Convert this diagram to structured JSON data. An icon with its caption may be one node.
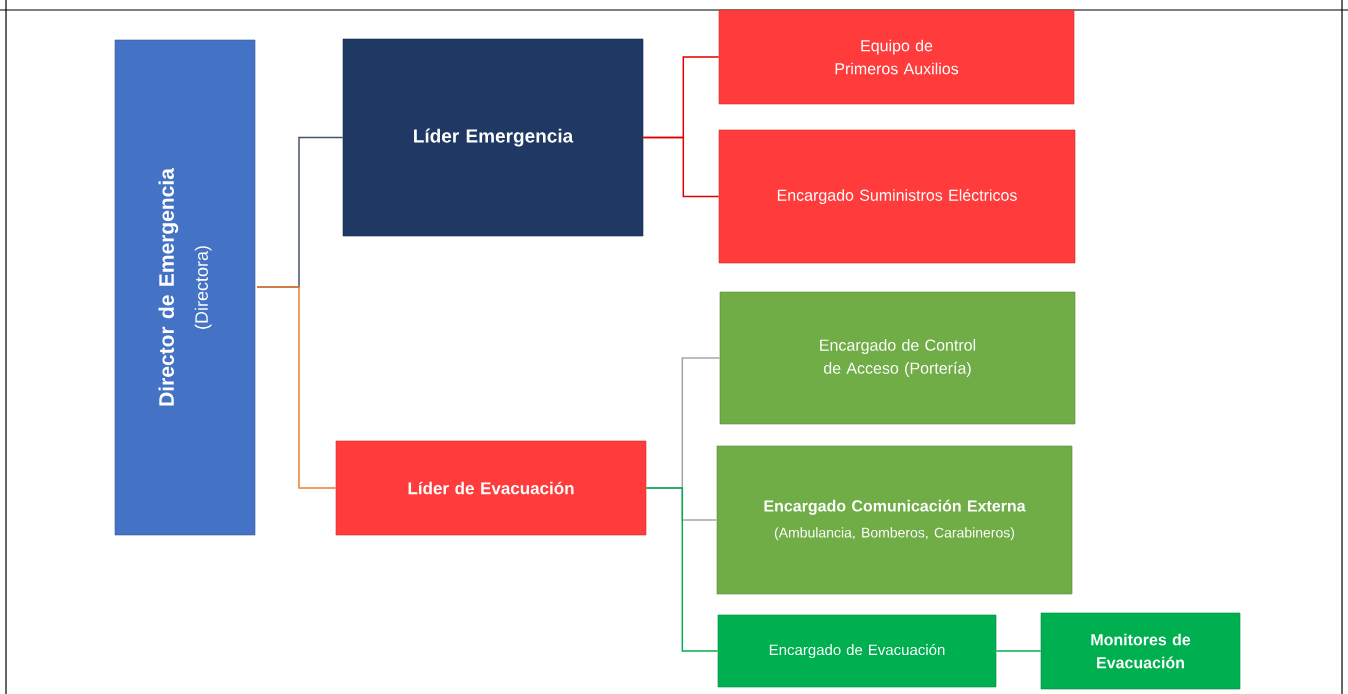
{
  "diagram": {
    "nodes": [
      {
        "text": [
          "Director de Emergencia",
          "(Directora)"
        ]
      },
      {
        "text": [
          "Líder Emergencia"
        ]
      },
      {
        "text": [
          "Equipo de Primeros Auxilios"
        ]
      },
      {
        "text": [
          "Encargado Suministros Eléctricos"
        ]
      },
      {
        "text": [
          "Líder de Evacuación"
        ]
      },
      {
        "text": [
          "Encargado de Control de Acceso (Portería)"
        ]
      },
      {
        "text": [
          "Encargado Comunicación Externa",
          "(Ambulancia, Bomberos, Carabineros)"
        ]
      },
      {
        "text": [
          "Encargado de Evacuación"
        ]
      },
      {
        "text": [
          "Monitores de Evacuación"
        ]
      }
    ],
    "edges": [
      {
        "from": 0,
        "to": 1,
        "arrow": "none",
        "color": "#44546a"
      },
      {
        "from": 0,
        "to": 4,
        "arrow": "none",
        "color": "#ed7d31"
      },
      {
        "from": 1,
        "to": 2,
        "arrow": "none",
        "color": "#e00000"
      },
      {
        "from": 1,
        "to": 3,
        "arrow": "none",
        "color": "#e00000"
      },
      {
        "from": 4,
        "to": 5,
        "arrow": "none",
        "color": "#a6a6a6"
      },
      {
        "from": 4,
        "to": 6,
        "arrow": "none",
        "color": "#a6a6a6"
      },
      {
        "from": 4,
        "to": 7,
        "arrow": "none",
        "color": "#00b050"
      },
      {
        "from": 7,
        "to": 8,
        "arrow": "none",
        "color": "#00b050"
      }
    ]
  }
}
